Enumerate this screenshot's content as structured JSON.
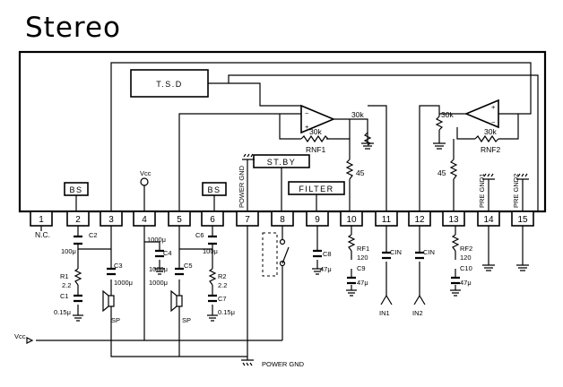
{
  "title": "Stereo",
  "pins": [
    "1",
    "2",
    "3",
    "4",
    "5",
    "6",
    "7",
    "8",
    "9",
    "10",
    "11",
    "12",
    "13",
    "14",
    "15"
  ],
  "blocks": {
    "tsd": "T.S.D",
    "standby": "ST.BY",
    "filter": "FILTER",
    "bs_left": "BS",
    "bs_right": "BS"
  },
  "labels": {
    "r30k_left": "30k",
    "r30k_rnf1": "30k",
    "rnf1": "RNF1",
    "r45_left": "45",
    "r30k_right": "30k",
    "r30k_rnf2": "30k",
    "rnf2": "RNF2",
    "r45_right": "45",
    "vcc_top": "Vcc",
    "power_gnd_vertical": "POWER GND",
    "pre_gnd1": "PRE GND1",
    "pre_gnd2": "PRE GND2",
    "nc": "N.C.",
    "c2": "C2",
    "c2_value": "100μ",
    "c3": "C3",
    "c3_value": "1000μ",
    "r1": "R1",
    "r1_value": "2.2",
    "c1": "C1",
    "c1_value": "0.15μ",
    "c4_top_value": "1000μ",
    "c4": "C4",
    "c4_value": "1000μ",
    "c5_value": "1000μ",
    "c5": "C5",
    "c6": "C6",
    "c6_value": "100μ",
    "r2": "R2",
    "r2_value": "2.2",
    "c7": "C7",
    "c7_value": "0.15μ",
    "sp_left": "SP",
    "sp_right": "SP",
    "c8": "C8",
    "c8_value": "47μ",
    "rf1": "RF1",
    "rf1_value": "120",
    "c9": "C9",
    "c9_value": "47μ",
    "cin_1": "CIN",
    "cin_2": "CIN",
    "in1": "IN1",
    "in2": "IN2",
    "rf2": "RF2",
    "rf2_value": "120",
    "c10": "C10",
    "c10_value": "47μ",
    "vcc_bottom": "Vcc",
    "power_gnd": "POWER GND"
  }
}
